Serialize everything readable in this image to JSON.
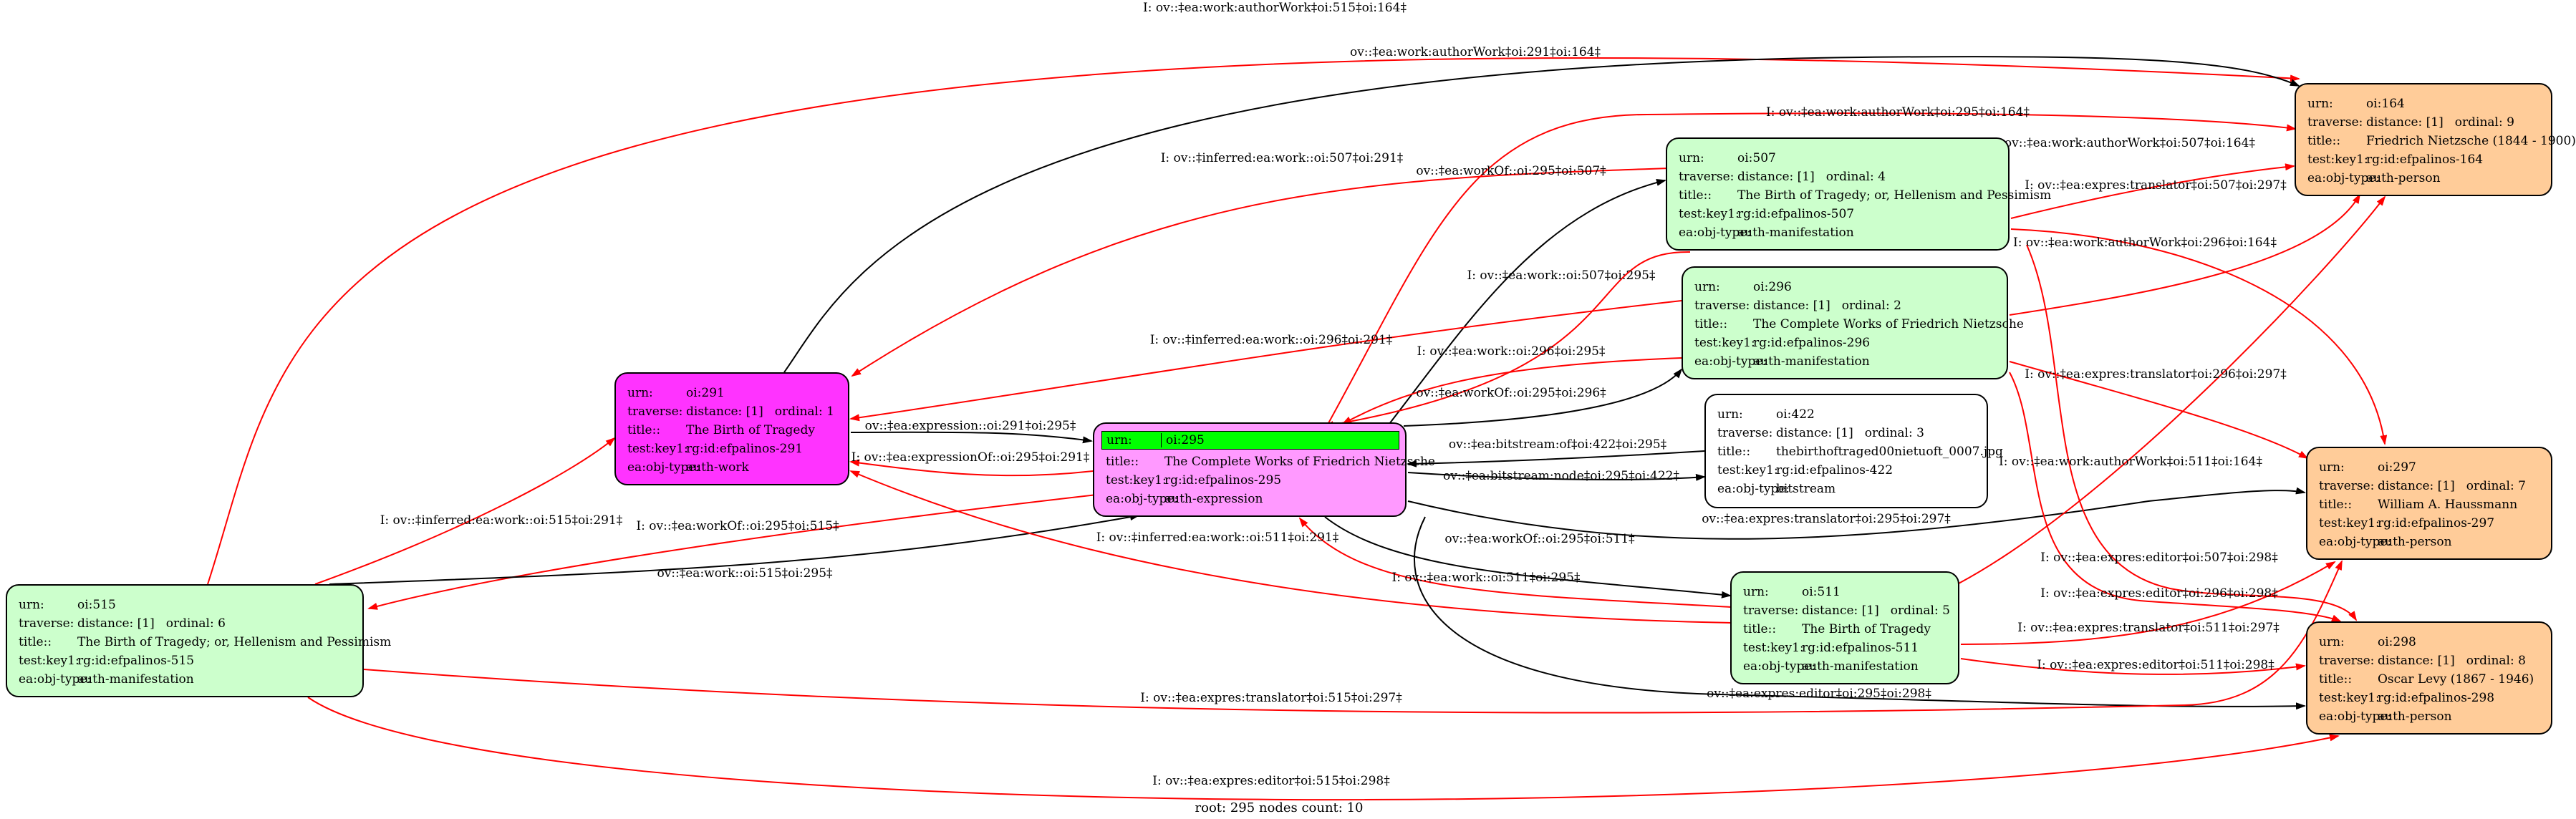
{
  "colors": {
    "green_node": "#ccffcc",
    "magenta_node": "#ff33ff",
    "pink_node": "#ff99ff",
    "orange_node": "#ffcc99",
    "white_node": "#ffffff",
    "red_edge": "#ff0000",
    "black_edge": "#000000",
    "highlight": "#00ff00"
  },
  "labels": {
    "urn": "urn:",
    "traverse": "traverse:",
    "title": "title::",
    "testkey": "test:key1:",
    "objtype": "ea:obj-type:"
  },
  "nodes": [
    {
      "id": "oi291",
      "urn": "oi:291",
      "distance": "distance: [1]",
      "ordinal": "ordinal: 1",
      "title": "The Birth of Tragedy",
      "testkey": "rg:id:efpalinos-291",
      "objtype": "auth-work",
      "color": "#ff33ff"
    },
    {
      "id": "oi295",
      "urn": "oi:295",
      "title": "The Complete Works of Friedrich Nietzsche",
      "testkey": "rg:id:efpalinos-295",
      "objtype": "auth-expression",
      "color": "#ff99ff"
    },
    {
      "id": "oi507",
      "urn": "oi:507",
      "distance": "distance: [1]",
      "ordinal": "ordinal: 4",
      "title": "The Birth of Tragedy; or, Hellenism and Pessimism",
      "testkey": "rg:id:efpalinos-507",
      "objtype": "auth-manifestation",
      "color": "#ccffcc"
    },
    {
      "id": "oi296",
      "urn": "oi:296",
      "distance": "distance: [1]",
      "ordinal": "ordinal: 2",
      "title": "The Complete Works of Friedrich Nietzsche",
      "testkey": "rg:id:efpalinos-296",
      "objtype": "auth-manifestation",
      "color": "#ccffcc"
    },
    {
      "id": "oi422",
      "urn": "oi:422",
      "distance": "distance: [1]",
      "ordinal": "ordinal: 3",
      "title": "thebirthoftraged00nietuoft_0007.jpg",
      "testkey": "rg:id:efpalinos-422",
      "objtype": "bitstream",
      "color": "#ffffff"
    },
    {
      "id": "oi511",
      "urn": "oi:511",
      "distance": "distance: [1]",
      "ordinal": "ordinal: 5",
      "title": "The Birth of Tragedy",
      "testkey": "rg:id:efpalinos-511",
      "objtype": "auth-manifestation",
      "color": "#ccffcc"
    },
    {
      "id": "oi515",
      "urn": "oi:515",
      "distance": "distance: [1]",
      "ordinal": "ordinal: 6",
      "title": "The Birth of Tragedy; or, Hellenism and Pessimism",
      "testkey": "rg:id:efpalinos-515",
      "objtype": "auth-manifestation",
      "color": "#ccffcc"
    },
    {
      "id": "oi164",
      "urn": "oi:164",
      "distance": "distance: [1]",
      "ordinal": "ordinal: 9",
      "title": "Friedrich Nietzsche (1844 - 1900)",
      "testkey": "rg:id:efpalinos-164",
      "objtype": "auth-person",
      "color": "#ffcc99"
    },
    {
      "id": "oi297",
      "urn": "oi:297",
      "distance": "distance: [1]",
      "ordinal": "ordinal: 7",
      "title": "William A. Haussmann",
      "testkey": "rg:id:efpalinos-297",
      "objtype": "auth-person",
      "color": "#ffcc99"
    },
    {
      "id": "oi298",
      "urn": "oi:298",
      "distance": "distance: [1]",
      "ordinal": "ordinal: 8",
      "title": "Oscar Levy (1867 - 1946)",
      "testkey": "rg:id:efpalinos-298",
      "objtype": "auth-person",
      "color": "#ffcc99"
    }
  ],
  "edges": [
    {
      "name": "515-164",
      "label": "I: ov::‡ea:work:authorWork‡oi:515‡oi:164‡",
      "color": "red"
    },
    {
      "name": "291-164",
      "label": "ov::‡ea:work:authorWork‡oi:291‡oi:164‡",
      "color": "black"
    },
    {
      "name": "295-164",
      "label": "I: ov::‡ea:work:authorWork‡oi:295‡oi:164‡",
      "color": "red"
    },
    {
      "name": "507-291",
      "label": "I: ov::‡inferred:ea:work::oi:507‡oi:291‡",
      "color": "red"
    },
    {
      "name": "295-507",
      "label": "ov::‡ea:workOf::oi:295‡oi:507‡",
      "color": "black"
    },
    {
      "name": "507-164",
      "label": "I: ov::‡ea:work:authorWork‡oi:507‡oi:164‡",
      "color": "red"
    },
    {
      "name": "507-297",
      "label": "I: ov::‡ea:expres:translator‡oi:507‡oi:297‡",
      "color": "red"
    },
    {
      "name": "507-295",
      "label": "I: ov::‡ea:work::oi:507‡oi:295‡",
      "color": "red"
    },
    {
      "name": "296-164",
      "label": "I: ov::‡ea:work:authorWork‡oi:296‡oi:164‡",
      "color": "red"
    },
    {
      "name": "296-291",
      "label": "I: ov::‡inferred:ea:work::oi:296‡oi:291‡",
      "color": "red"
    },
    {
      "name": "296-295",
      "label": "I: ov::‡ea:work::oi:296‡oi:295‡",
      "color": "red"
    },
    {
      "name": "295-296",
      "label": "ov::‡ea:workOf::oi:295‡oi:296‡",
      "color": "black"
    },
    {
      "name": "296-297",
      "label": "I: ov::‡ea:expres:translator‡oi:296‡oi:297‡",
      "color": "red"
    },
    {
      "name": "291-295",
      "label": "ov::‡ea:expression::oi:291‡oi:295‡",
      "color": "black"
    },
    {
      "name": "295-291",
      "label": "I: ov::‡ea:expressionOf::oi:295‡oi:291‡",
      "color": "red"
    },
    {
      "name": "422-295",
      "label": "ov::‡ea:bitstream:of‡oi:422‡oi:295‡",
      "color": "black"
    },
    {
      "name": "295-422",
      "label": "ov::‡ea:bitstream:node‡oi:295‡oi:422‡",
      "color": "black"
    },
    {
      "name": "515-291",
      "label": "I: ov::‡inferred:ea:work::oi:515‡oi:291‡",
      "color": "red"
    },
    {
      "name": "295-515",
      "label": "I: ov::‡ea:workOf::oi:295‡oi:515‡",
      "color": "red"
    },
    {
      "name": "515-295",
      "label": "ov::‡ea:work::oi:515‡oi:295‡",
      "color": "black"
    },
    {
      "name": "295-297",
      "label": "ov::‡ea:expres:translator‡oi:295‡oi:297‡",
      "color": "black"
    },
    {
      "name": "511-291",
      "label": "I: ov::‡inferred:ea:work::oi:511‡oi:291‡",
      "color": "red"
    },
    {
      "name": "295-511",
      "label": "ov::‡ea:workOf::oi:295‡oi:511‡",
      "color": "black"
    },
    {
      "name": "511-295",
      "label": "I: ov::‡ea:work::oi:511‡oi:295‡",
      "color": "red"
    },
    {
      "name": "511-164",
      "label": "I: ov::‡ea:work:authorWork‡oi:511‡oi:164‡",
      "color": "red"
    },
    {
      "name": "507-298",
      "label": "I: ov::‡ea:expres:editor‡oi:507‡oi:298‡",
      "color": "red"
    },
    {
      "name": "296-298",
      "label": "I: ov::‡ea:expres:editor‡oi:296‡oi:298‡",
      "color": "red"
    },
    {
      "name": "511-297",
      "label": "I: ov::‡ea:expres:translator‡oi:511‡oi:297‡",
      "color": "red"
    },
    {
      "name": "511-298",
      "label": "I: ov::‡ea:expres:editor‡oi:511‡oi:298‡",
      "color": "red"
    },
    {
      "name": "295-298",
      "label": "ov::‡ea:expres:editor‡oi:295‡oi:298‡",
      "color": "black"
    },
    {
      "name": "515-297",
      "label": "I: ov::‡ea:expres:translator‡oi:515‡oi:297‡",
      "color": "red"
    },
    {
      "name": "515-298",
      "label": "I: ov::‡ea:expres:editor‡oi:515‡oi:298‡",
      "color": "red"
    }
  ],
  "footer": "root: 295 nodes count: 10"
}
